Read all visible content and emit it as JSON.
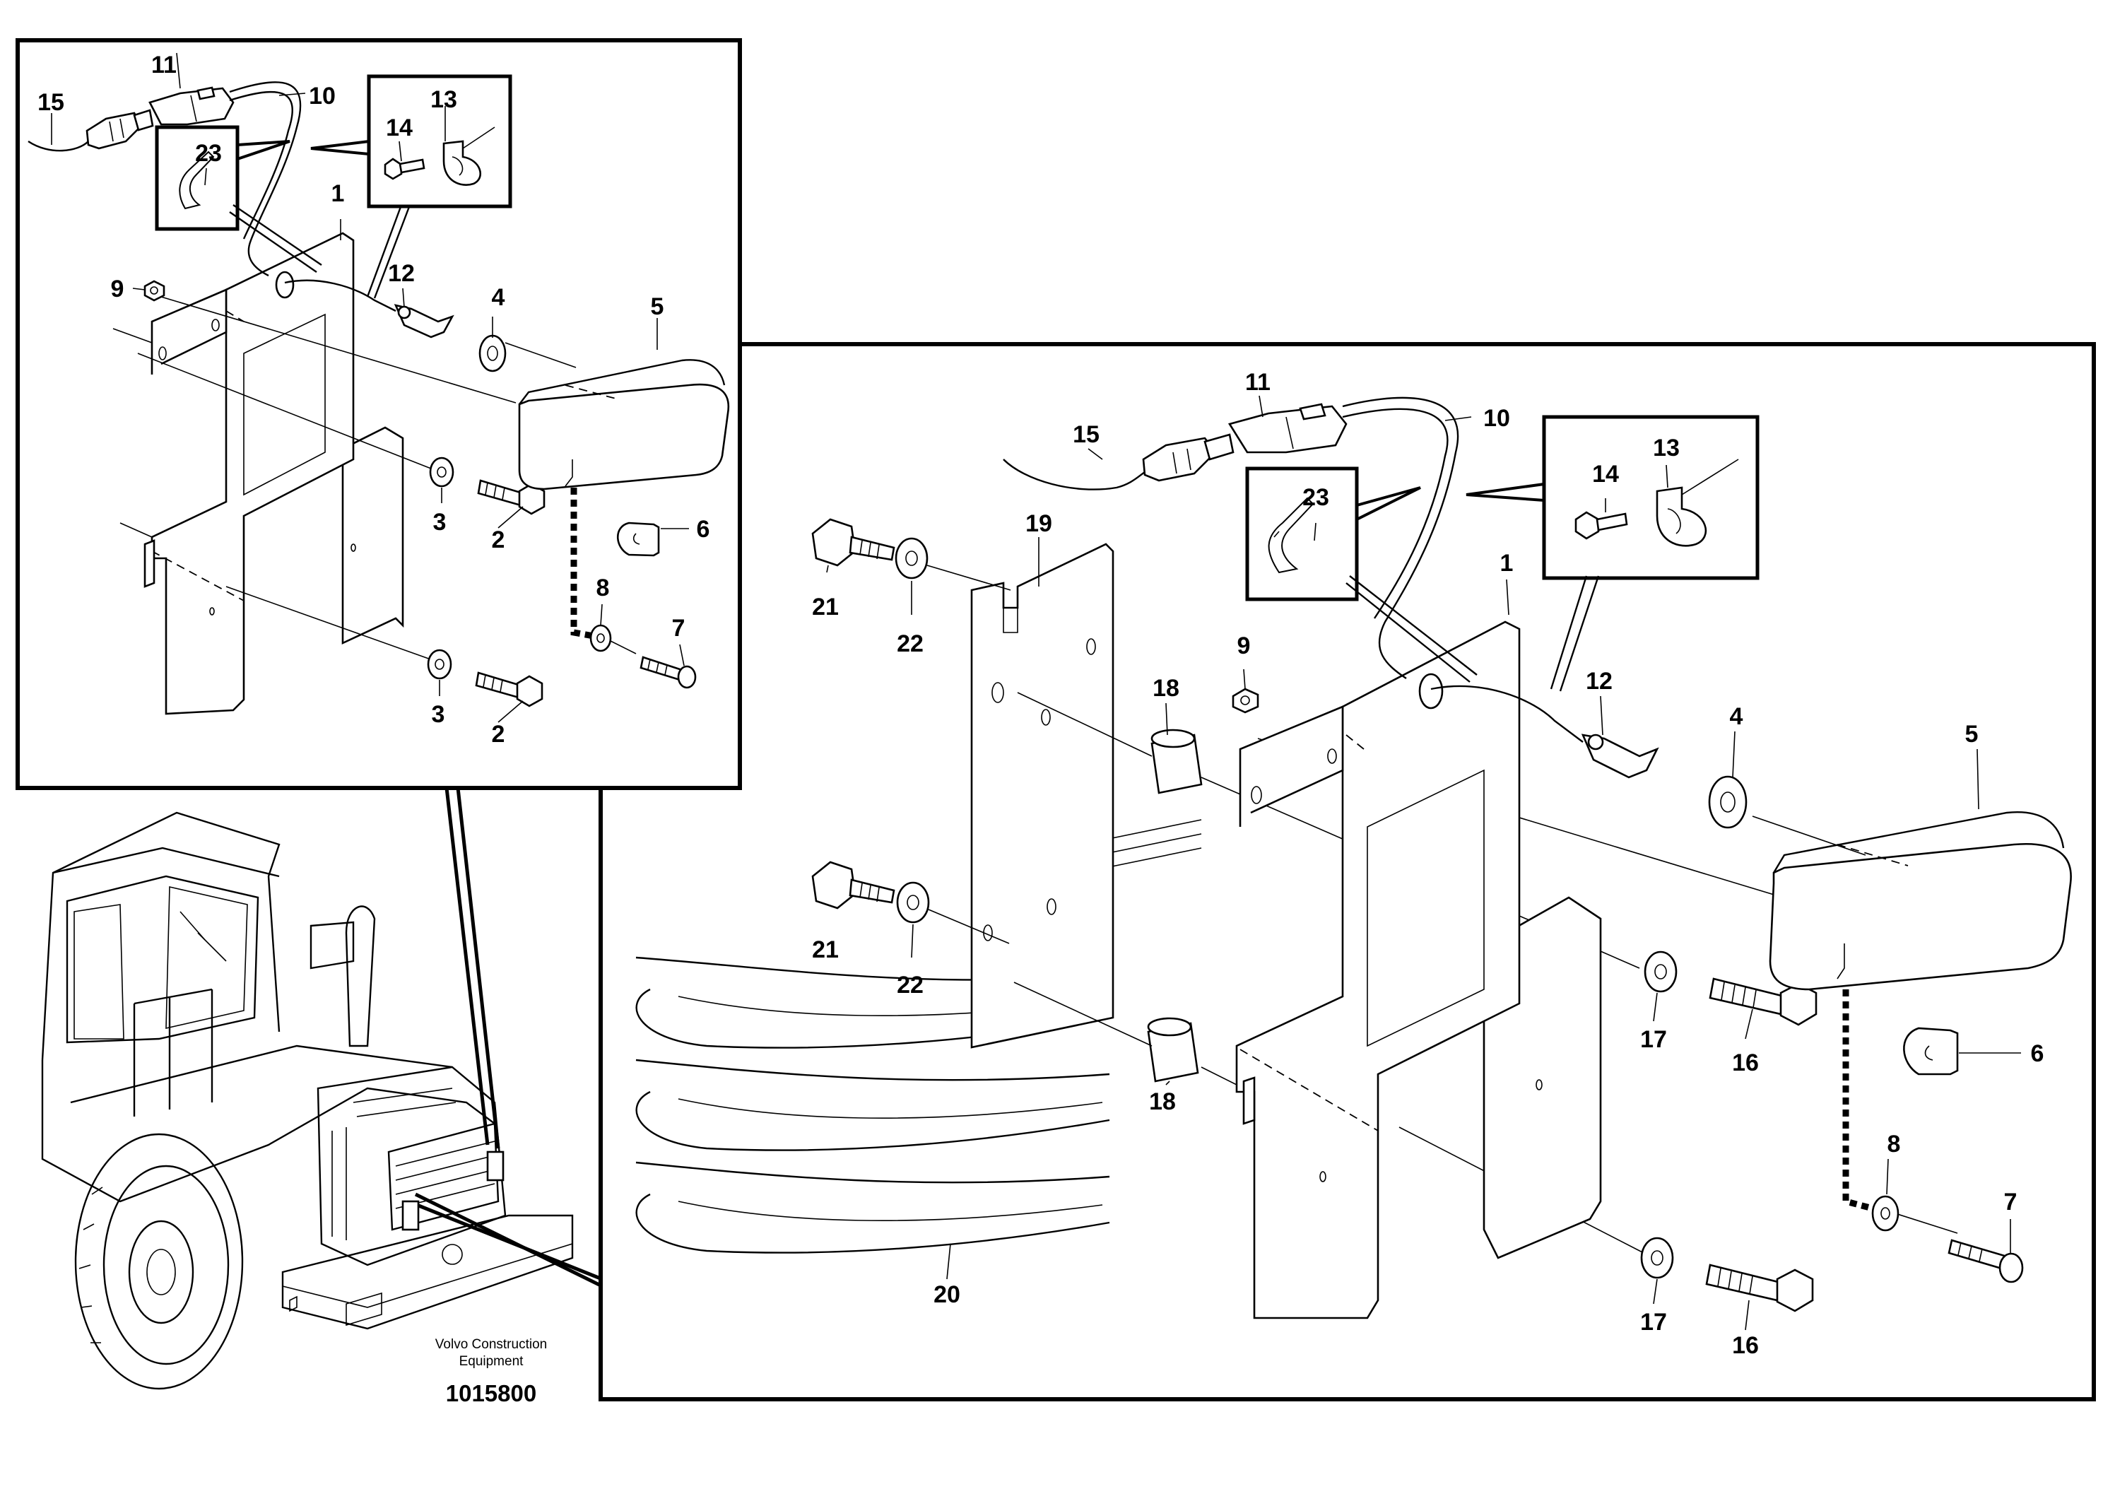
{
  "diagram": {
    "caption_line1": "Volvo Construction",
    "caption_line2": "Equipment",
    "document_number": "1015800"
  },
  "callouts_left": {
    "c1": "1",
    "c2a": "2",
    "c2b": "2",
    "c3a": "3",
    "c3b": "3",
    "c4": "4",
    "c5": "5",
    "c6": "6",
    "c7": "7",
    "c8": "8",
    "c9": "9",
    "c10": "10",
    "c11": "11",
    "c12": "12",
    "c13": "13",
    "c14": "14",
    "c15": "15",
    "c23": "23"
  },
  "callouts_right": {
    "c1": "1",
    "c4": "4",
    "c5": "5",
    "c6": "6",
    "c7": "7",
    "c8": "8",
    "c9": "9",
    "c10": "10",
    "c11": "11",
    "c12": "12",
    "c13": "13",
    "c14": "14",
    "c15": "15",
    "c16a": "16",
    "c16b": "16",
    "c17a": "17",
    "c17b": "17",
    "c18a": "18",
    "c18b": "18",
    "c19": "19",
    "c20": "20",
    "c21a": "21",
    "c21b": "21",
    "c22a": "22",
    "c22b": "22",
    "c23": "23"
  }
}
